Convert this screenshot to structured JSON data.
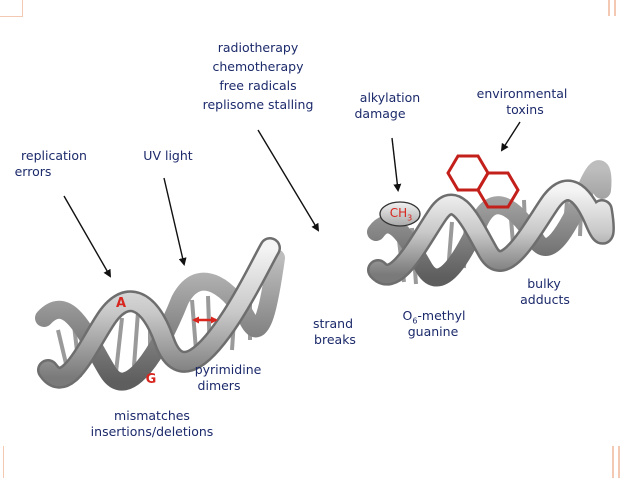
{
  "labels": {
    "radiotherapy": "radiotherapy",
    "chemotherapy": "chemotherapy",
    "free_radicals": "free radicals",
    "replisome_stalling": "replisome stalling",
    "replication": "replication",
    "errors": "errors",
    "uv_light": "UV light",
    "alkylation": "alkylation",
    "damage": "damage",
    "environmental": "environmental",
    "toxins": "toxins",
    "base_a": "A",
    "base_g": "G",
    "methyl_group": "CH",
    "methyl_sub": "3",
    "strand": "strand",
    "breaks": "breaks",
    "pyrimidine": "pyrimidine",
    "dimers": "dimers",
    "o6_o": "O",
    "o6_sub": "6",
    "o6_rest": "-methyl",
    "guanine": "guanine",
    "bulky": "bulky",
    "adducts": "adducts",
    "mismatches": "mismatches",
    "insertions_deletions": "insertions/deletions"
  },
  "colors": {
    "text": "#1c2a6b",
    "accent_red": "#d8261f",
    "helix_light": "#e6e6e6",
    "helix_dark": "#6e6e6e",
    "border": "#f3c9b3"
  }
}
